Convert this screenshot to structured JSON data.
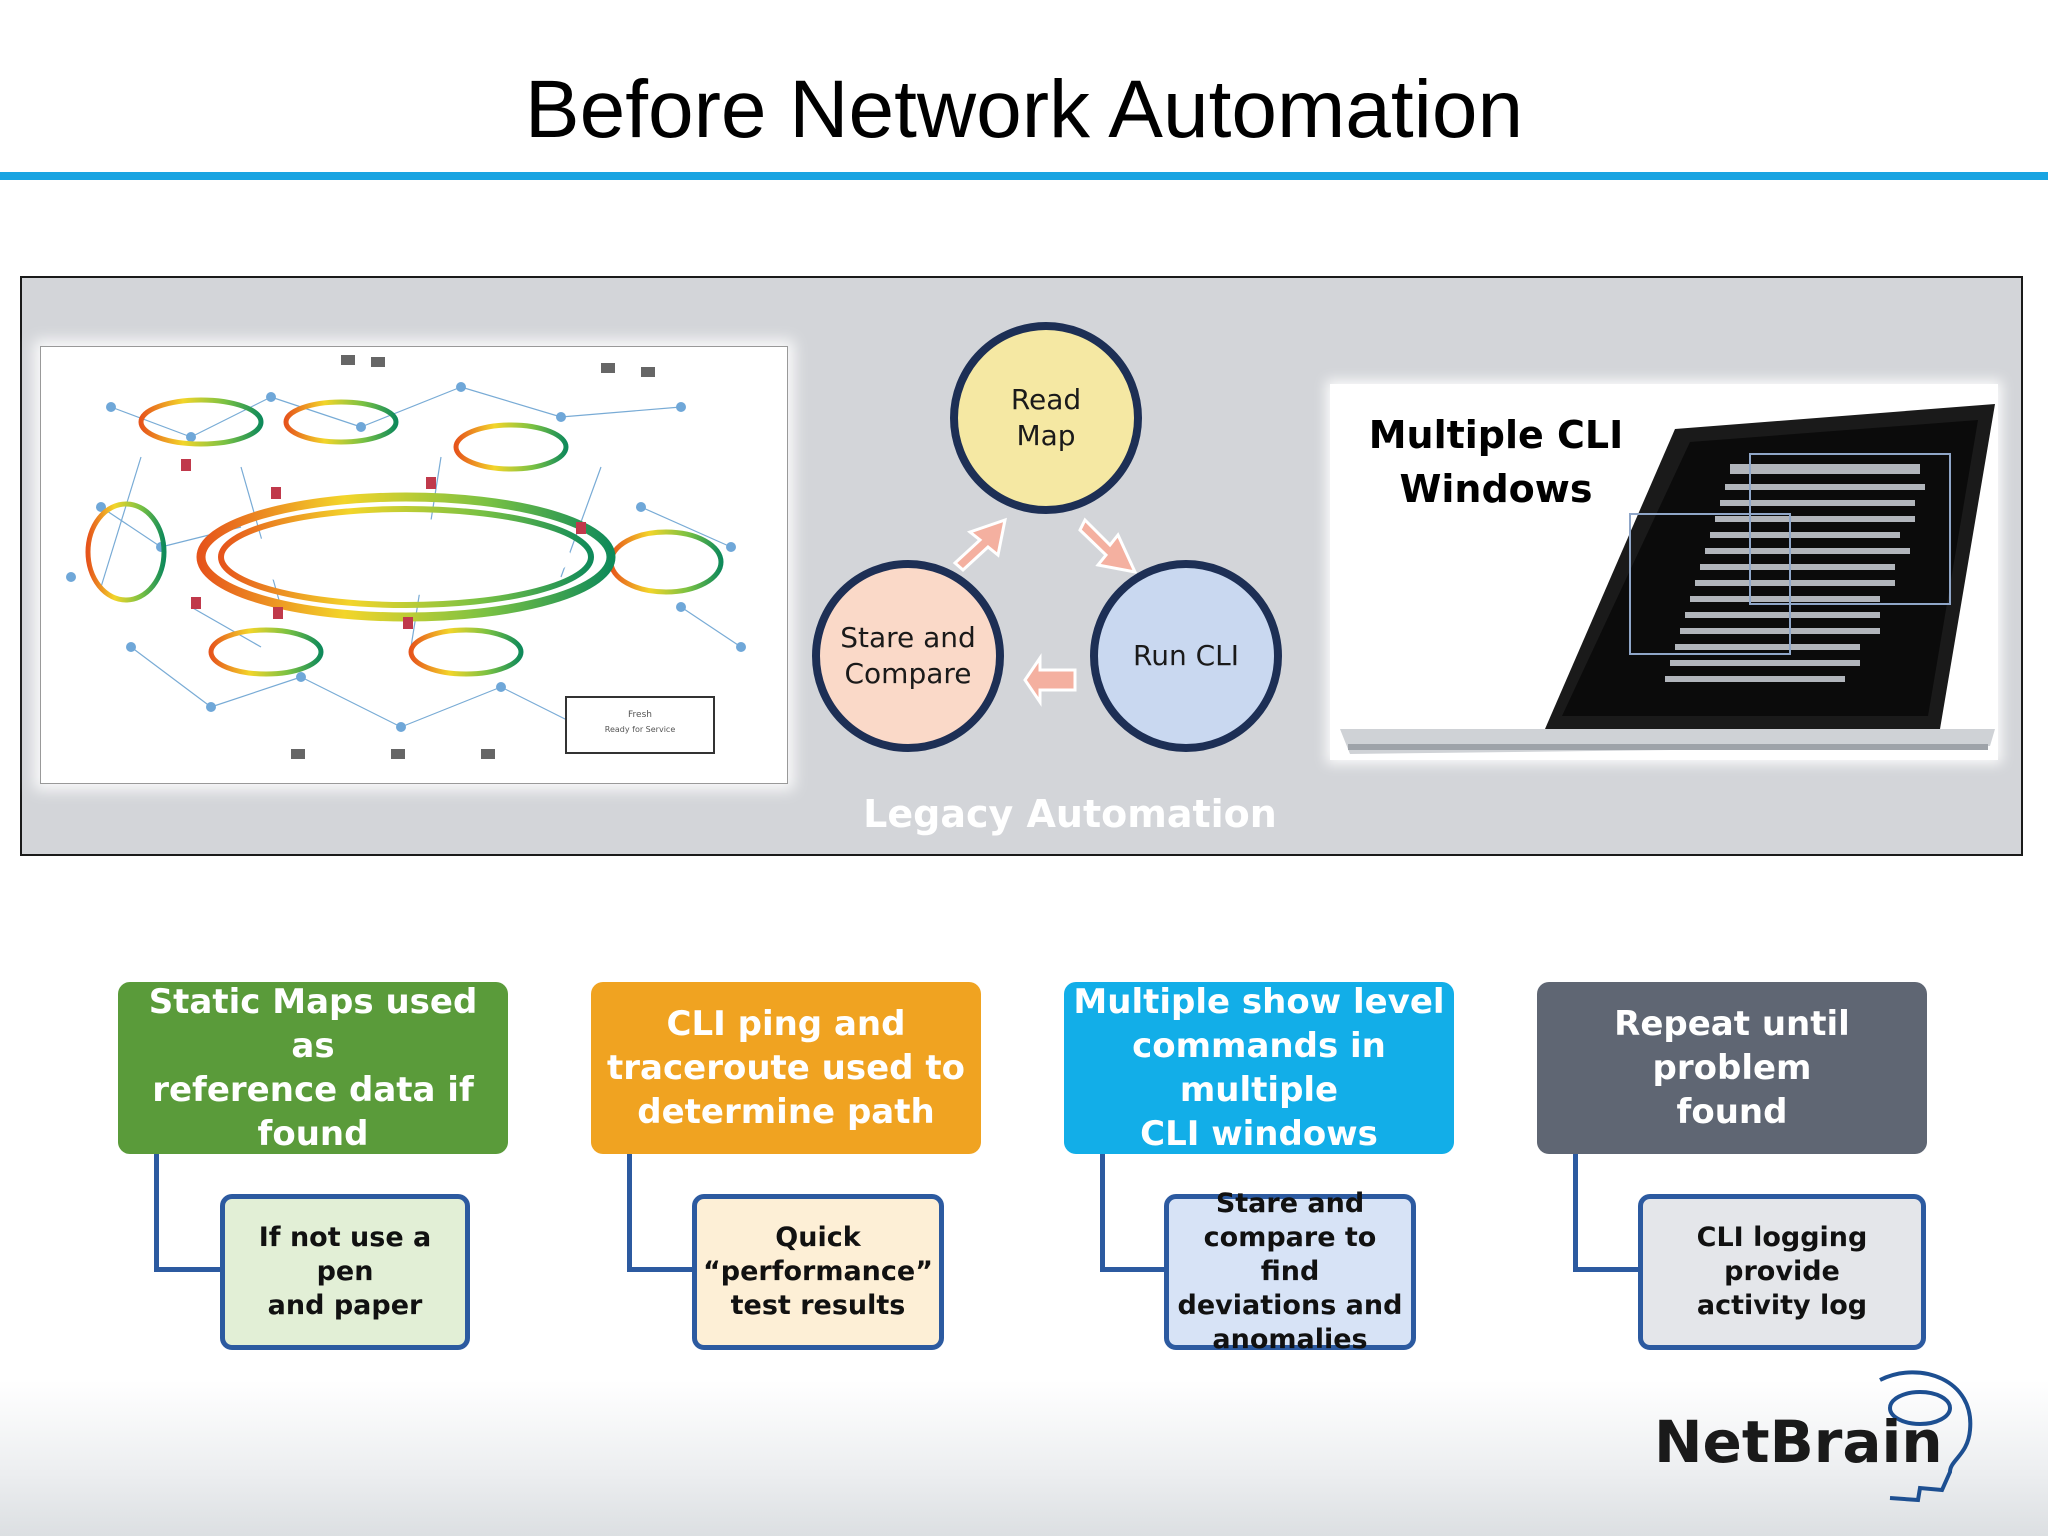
{
  "title": "Before Network Automation",
  "panel": {
    "caption": "Legacy Automation",
    "laptop_label_line1": "Multiple CLI",
    "laptop_label_line2": "Windows",
    "cycle": {
      "read_map_line1": "Read",
      "read_map_line2": "Map",
      "run_cli": "Run CLI",
      "stare_line1": "Stare and",
      "stare_line2": "Compare"
    },
    "map_legend_line1": "Fresh",
    "map_legend_line2": "Ready for Service"
  },
  "steps": [
    {
      "lines": [
        "Static Maps used as",
        "reference data if",
        "found"
      ],
      "sub_lines": [
        "If not use a pen",
        "and paper"
      ],
      "color": "#5a9b3a",
      "sub_color": "#e2efd6"
    },
    {
      "lines": [
        "CLI  ping and",
        "traceroute used to",
        "determine path"
      ],
      "sub_lines": [
        "Quick",
        "“performance”",
        "test results"
      ],
      "color": "#f0a321",
      "sub_color": "#fdefd6"
    },
    {
      "lines": [
        "Multiple show level",
        "commands in multiple",
        "CLI windows"
      ],
      "sub_lines": [
        "Stare and",
        "compare to find",
        "deviations and",
        "anomalies"
      ],
      "color": "#12aee8",
      "sub_color": "#d7e3f6"
    },
    {
      "lines": [
        "Repeat until problem",
        "found"
      ],
      "sub_lines": [
        "CLI logging provide",
        "activity log"
      ],
      "color": "#5f6673",
      "sub_color": "#e4e6ea"
    }
  ],
  "logo": {
    "text": "NetBrain"
  }
}
